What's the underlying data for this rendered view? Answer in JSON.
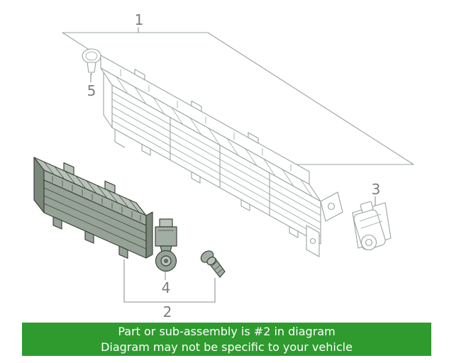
{
  "diagram": {
    "callouts": [
      "1",
      "2",
      "3",
      "4",
      "5"
    ],
    "highlighted_callout": "2"
  },
  "banner": {
    "line1": "Part or sub-assembly is #2 in diagram",
    "line2": "Diagram may not be specific to your vehicle"
  },
  "colors": {
    "banner_bg": "#2f9b2f",
    "banner_text": "#ffffff",
    "line": "#9aa3a3",
    "leader": "#8f8f8f",
    "callout": "#7a7f7a",
    "highlight_stroke": "#3c453c",
    "highlight_fill": "#97a297",
    "highlight_fill_light": "#b9c2b9",
    "highlight_fill_mid": "#a3aea3",
    "highlight_fill_dark": "#7b877b"
  }
}
